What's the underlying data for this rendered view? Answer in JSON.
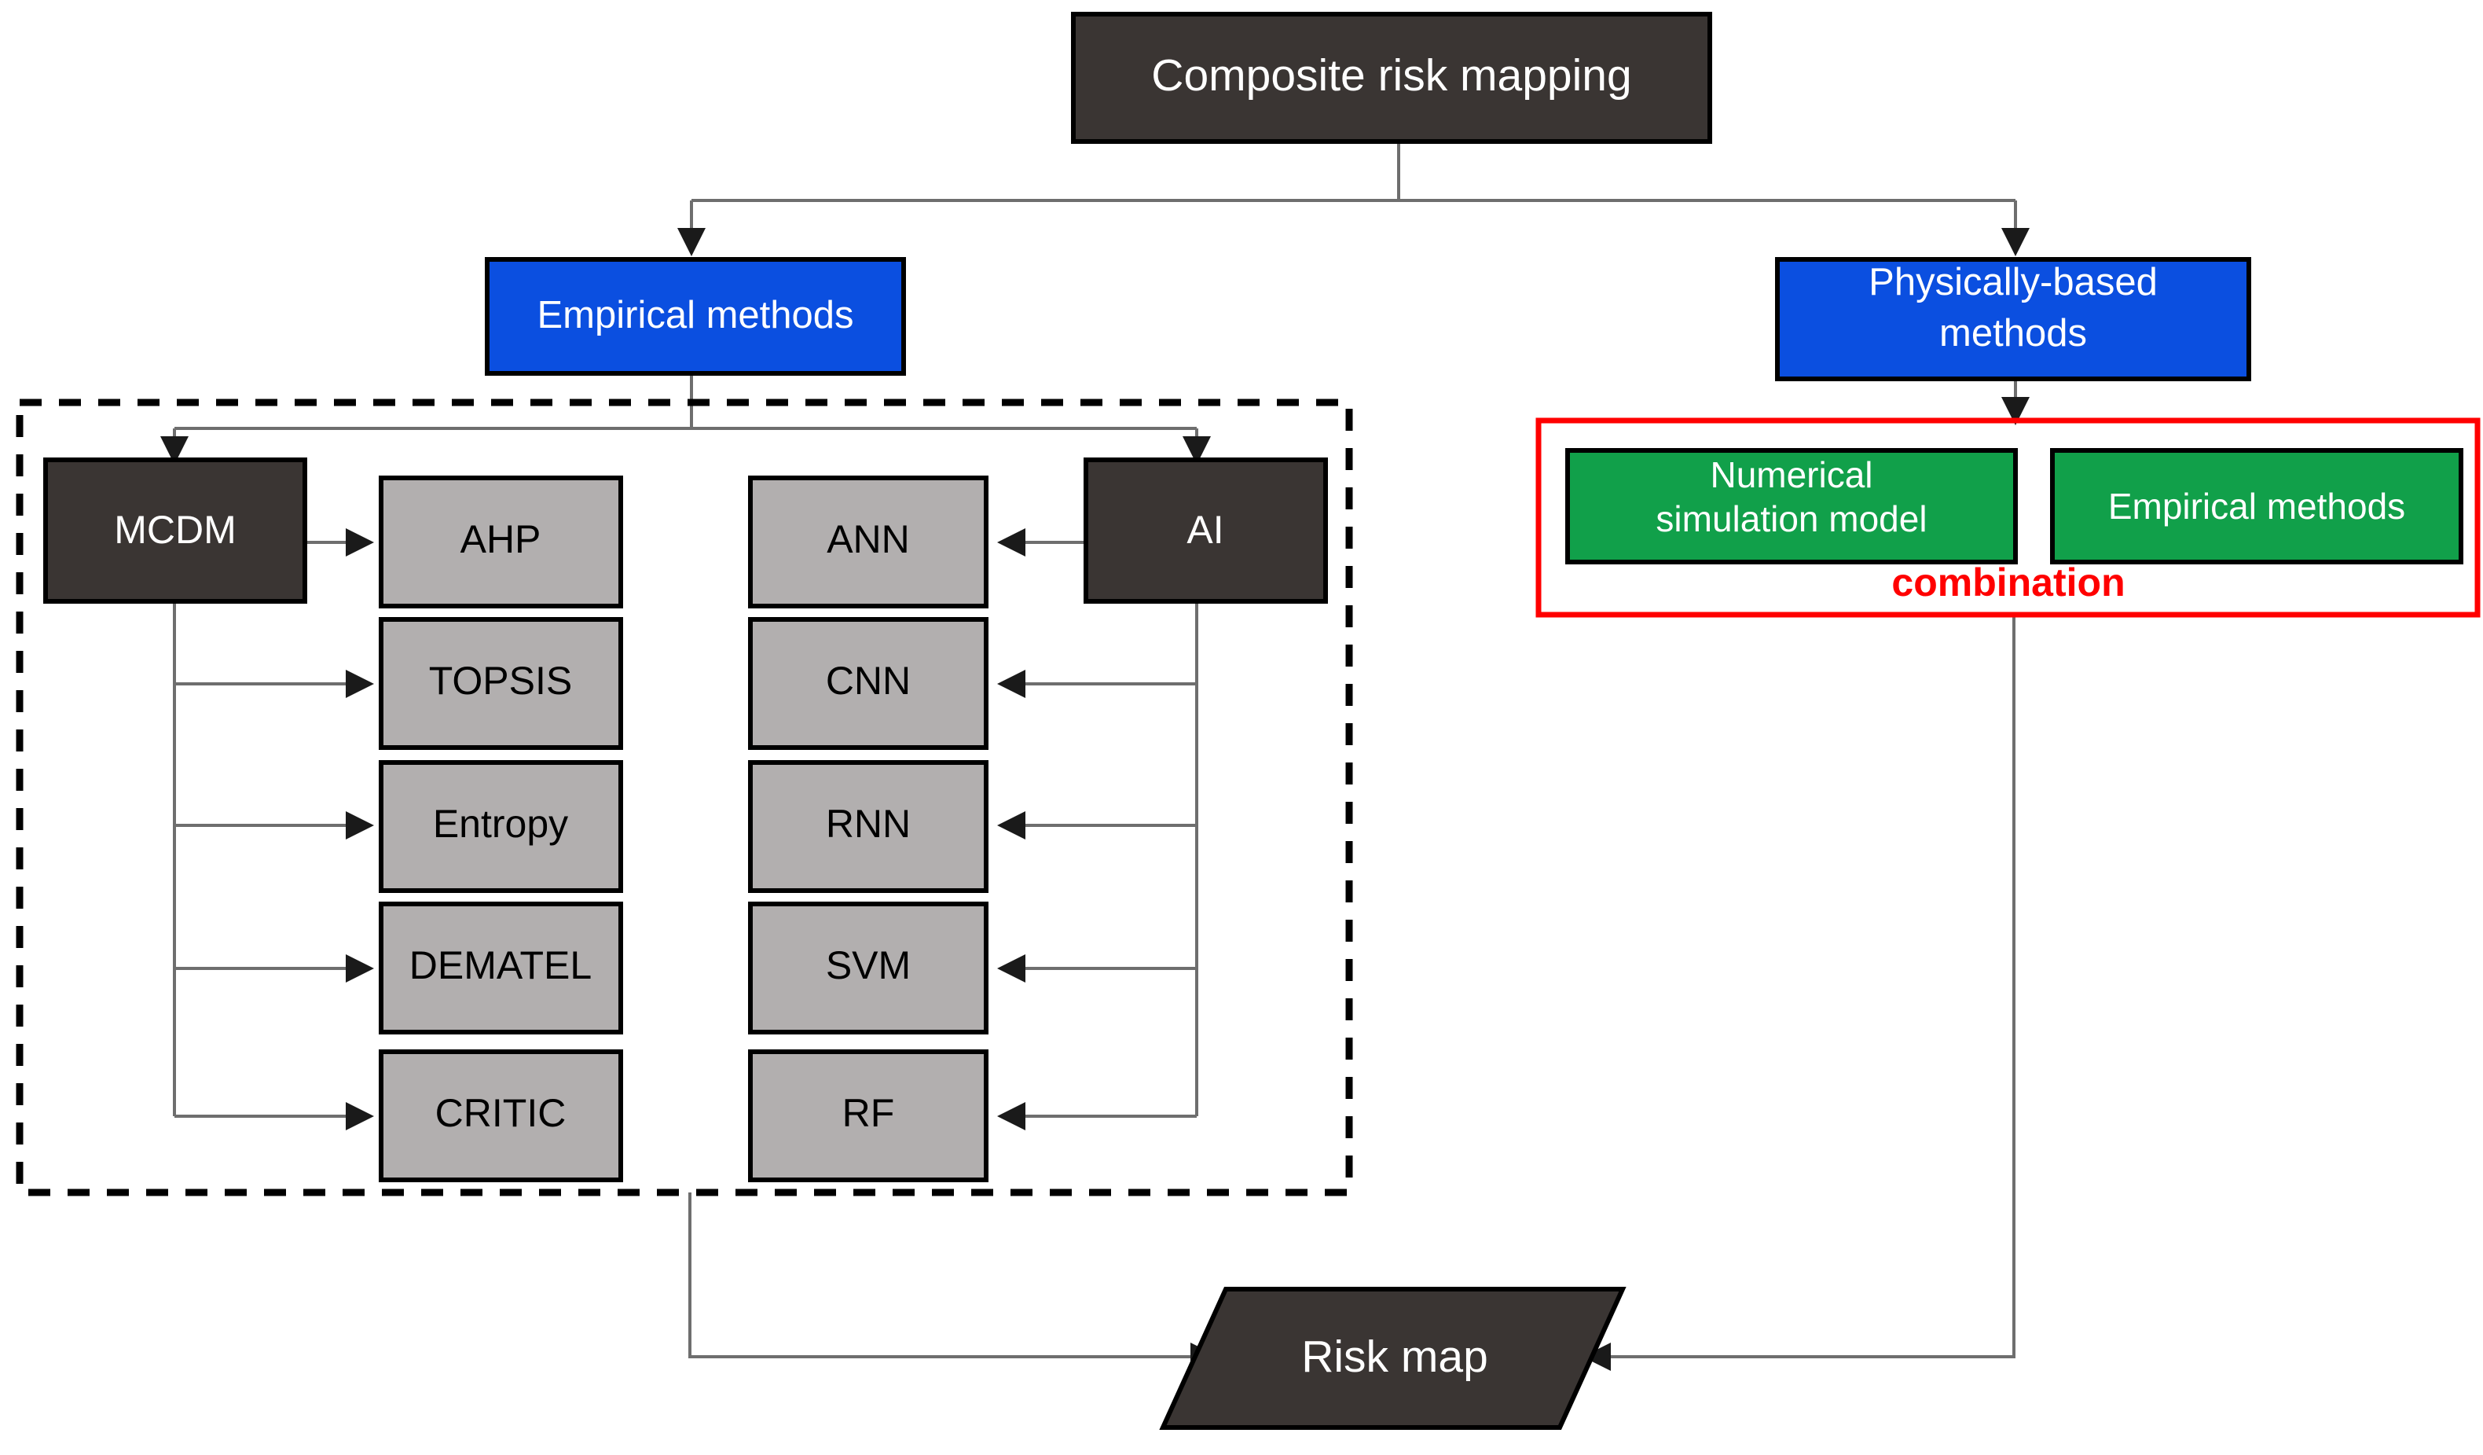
{
  "diagram": {
    "title": "Composite risk mapping",
    "root": {
      "label": "Composite risk mapping"
    },
    "branches": {
      "empirical": {
        "label": "Empirical methods"
      },
      "physical": {
        "label": "Physically-based methods"
      }
    },
    "empirical_group": {
      "mcdm": {
        "label": "MCDM"
      },
      "ai": {
        "label": "AI"
      },
      "mcdm_methods": [
        {
          "label": "AHP"
        },
        {
          "label": "TOPSIS"
        },
        {
          "label": "Entropy"
        },
        {
          "label": "DEMATEL"
        },
        {
          "label": "CRITIC"
        }
      ],
      "ai_methods": [
        {
          "label": "ANN"
        },
        {
          "label": "CNN"
        },
        {
          "label": "RNN"
        },
        {
          "label": "SVM"
        },
        {
          "label": "RF"
        }
      ]
    },
    "physical_group": {
      "caption": "combination",
      "items": [
        {
          "label": "Numerical simulation model"
        },
        {
          "label": "Empirical methods"
        }
      ]
    },
    "output": {
      "label": "Risk map"
    }
  },
  "colors": {
    "dark": "#3A3533",
    "gray": "#B2AFAF",
    "blue": "#0B4FE0",
    "green": "#11A04A",
    "red": "#FF0000",
    "line": "#6E6E6E",
    "border": "#000000",
    "text_light": "#FFFFFF",
    "text_dark": "#000000"
  }
}
